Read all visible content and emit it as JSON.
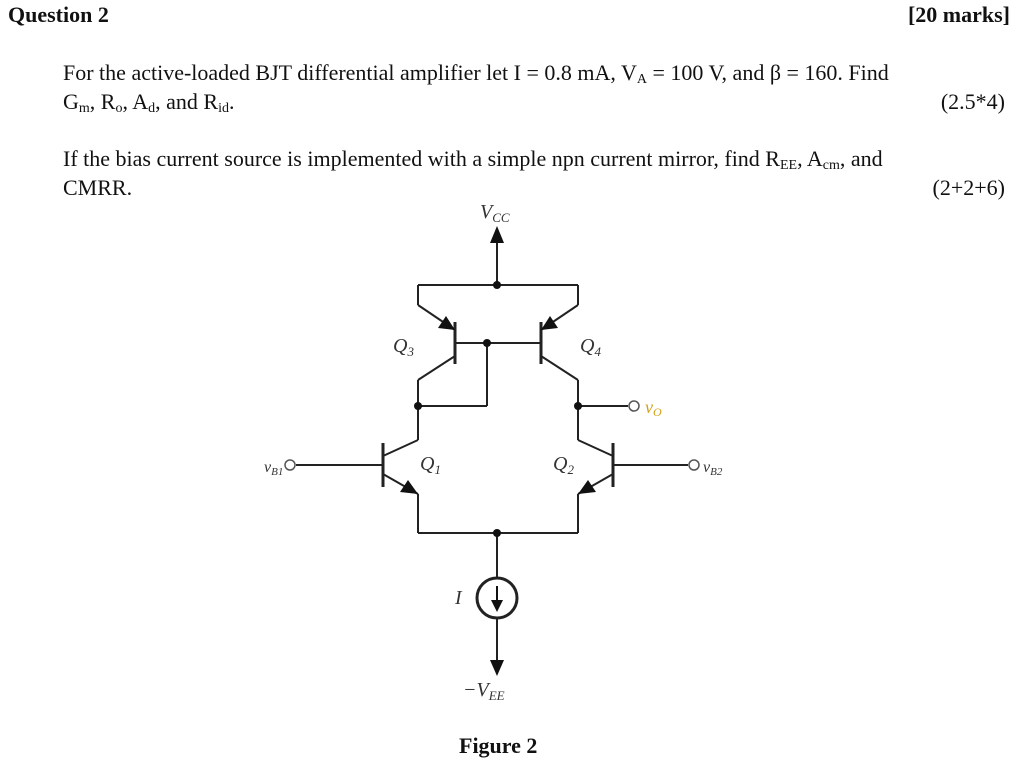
{
  "header": {
    "title": "Question 2",
    "marks": "[20 marks]"
  },
  "part1": {
    "text": "For the active-loaded BJT differential amplifier let I = 0.8 mA, V",
    "va_sub": "A",
    "text_b": " = 100 V, and β = 160. Find",
    "line2": {
      "g": "G",
      "g_sub": "m",
      "sep1": ", R",
      "r_sub": "o",
      "sep2": ", A",
      "a_sub": "d",
      "sep3": ", and R",
      "rid_sub": "id",
      "end": "."
    },
    "points": "(2.5*4)"
  },
  "part2": {
    "text": "If the bias current source is implemented with a simple npn current mirror, find R",
    "ree_sub": "EE",
    "mid": ", A",
    "acm_sub": "cm",
    "end": ", and",
    "line2": "CMRR.",
    "points": "(2+2+6)"
  },
  "figure": {
    "vcc": {
      "main": "V",
      "sub": "CC"
    },
    "vee": {
      "main": "−V",
      "sub": "EE"
    },
    "q1": {
      "main": "Q",
      "sub": "1"
    },
    "q2": {
      "main": "Q",
      "sub": "2"
    },
    "q3": {
      "main": "Q",
      "sub": "3"
    },
    "q4": {
      "main": "Q",
      "sub": "4"
    },
    "vb1": {
      "main": "v",
      "sub": "B1"
    },
    "vb2": {
      "main": "v",
      "sub": "B2"
    },
    "vo": {
      "main": "v",
      "sub": "O"
    },
    "i_label": "I",
    "caption": "Figure 2",
    "output_color": "#d4a017"
  }
}
